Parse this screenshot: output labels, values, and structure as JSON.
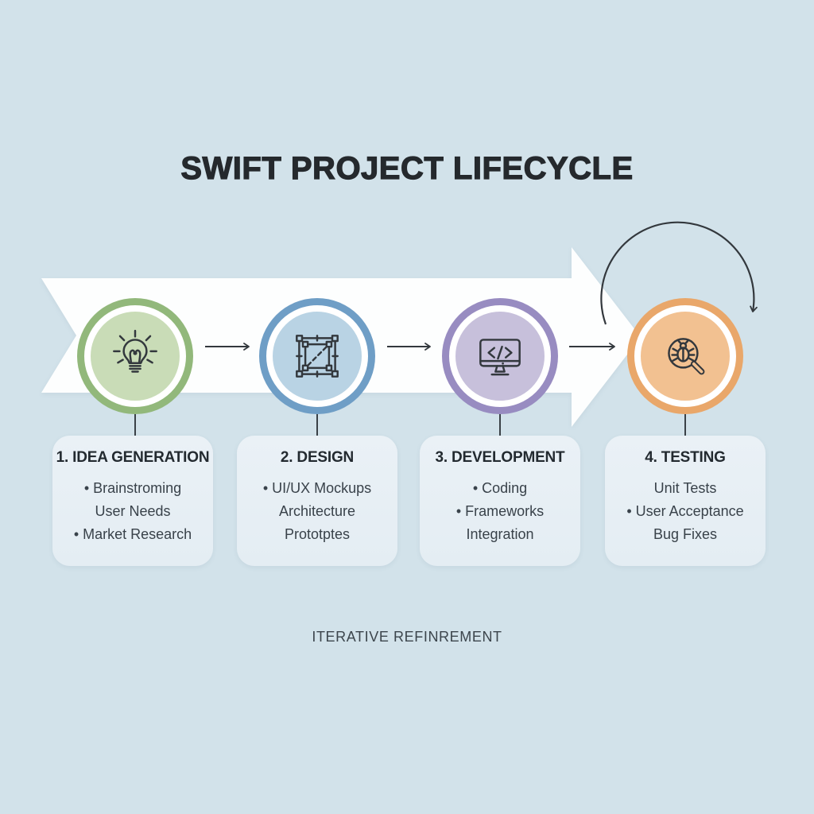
{
  "title": "SWIFT PROJECT LIFECYCLE",
  "footer_label": "ITERATIVE REFINREMENT",
  "colors": {
    "background": "#d2e2ea",
    "card_background": "#e8f0f5",
    "ribbon": "#fdfefe",
    "line_dark": "#33383d",
    "title_text": "#25292d",
    "stage_green_ring": "#92b87b",
    "stage_green_fill": "#c9dcb7",
    "stage_blue_ring": "#6f9ec6",
    "stage_blue_fill": "#b9d3e4",
    "stage_purple_ring": "#988cc1",
    "stage_purple_fill": "#c7c0db",
    "stage_orange_ring": "#e9a76a",
    "stage_orange_fill": "#f2c191"
  },
  "stages": [
    {
      "title": "1. IDEA GENERATION",
      "icon": "lightbulb-icon",
      "items": [
        "• Brainstroming",
        "User Needs",
        "• Market Research"
      ]
    },
    {
      "title": "2. DESIGN",
      "icon": "design-frame-icon",
      "items": [
        "• UI/UX Mockups",
        "Architecture",
        "Prototptes"
      ]
    },
    {
      "title": "3. DEVELOPMENT",
      "icon": "code-monitor-icon",
      "items": [
        "• Coding",
        "• Frameworks",
        "Integration"
      ]
    },
    {
      "title": "4. TESTING",
      "icon": "bug-magnifier-icon",
      "items": [
        "Unit Tests",
        "• User Acceptance",
        "Bug Fixes"
      ]
    }
  ]
}
